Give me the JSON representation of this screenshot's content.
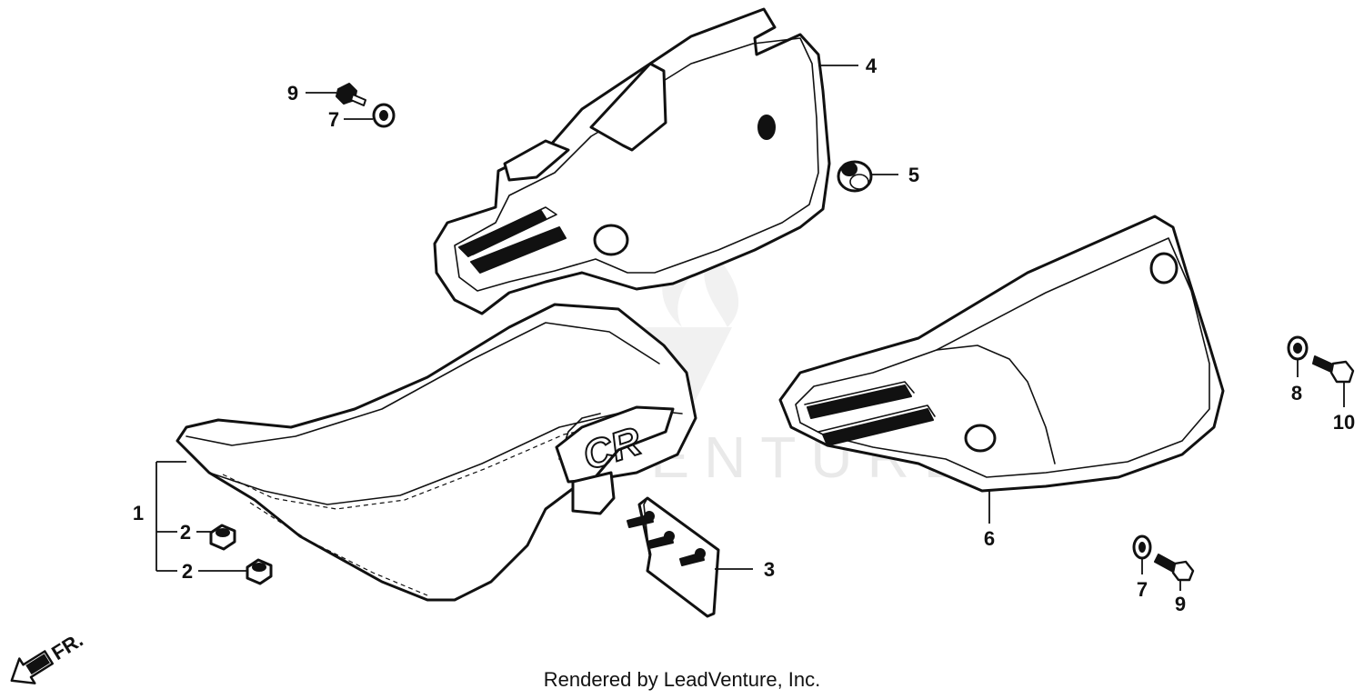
{
  "diagram": {
    "watermark": "LEADVENTURE",
    "direction_label": "FR.",
    "callouts": {
      "c1": "1",
      "c2a": "2",
      "c2b": "2",
      "c3": "3",
      "c4": "4",
      "c5": "5",
      "c6": "6",
      "c7a": "7",
      "c7b": "7",
      "c8": "8",
      "c9a": "9",
      "c9b": "9",
      "c10": "10"
    },
    "seat_logo": "CR"
  },
  "footer": {
    "text": "Rendered by LeadVenture, Inc."
  }
}
